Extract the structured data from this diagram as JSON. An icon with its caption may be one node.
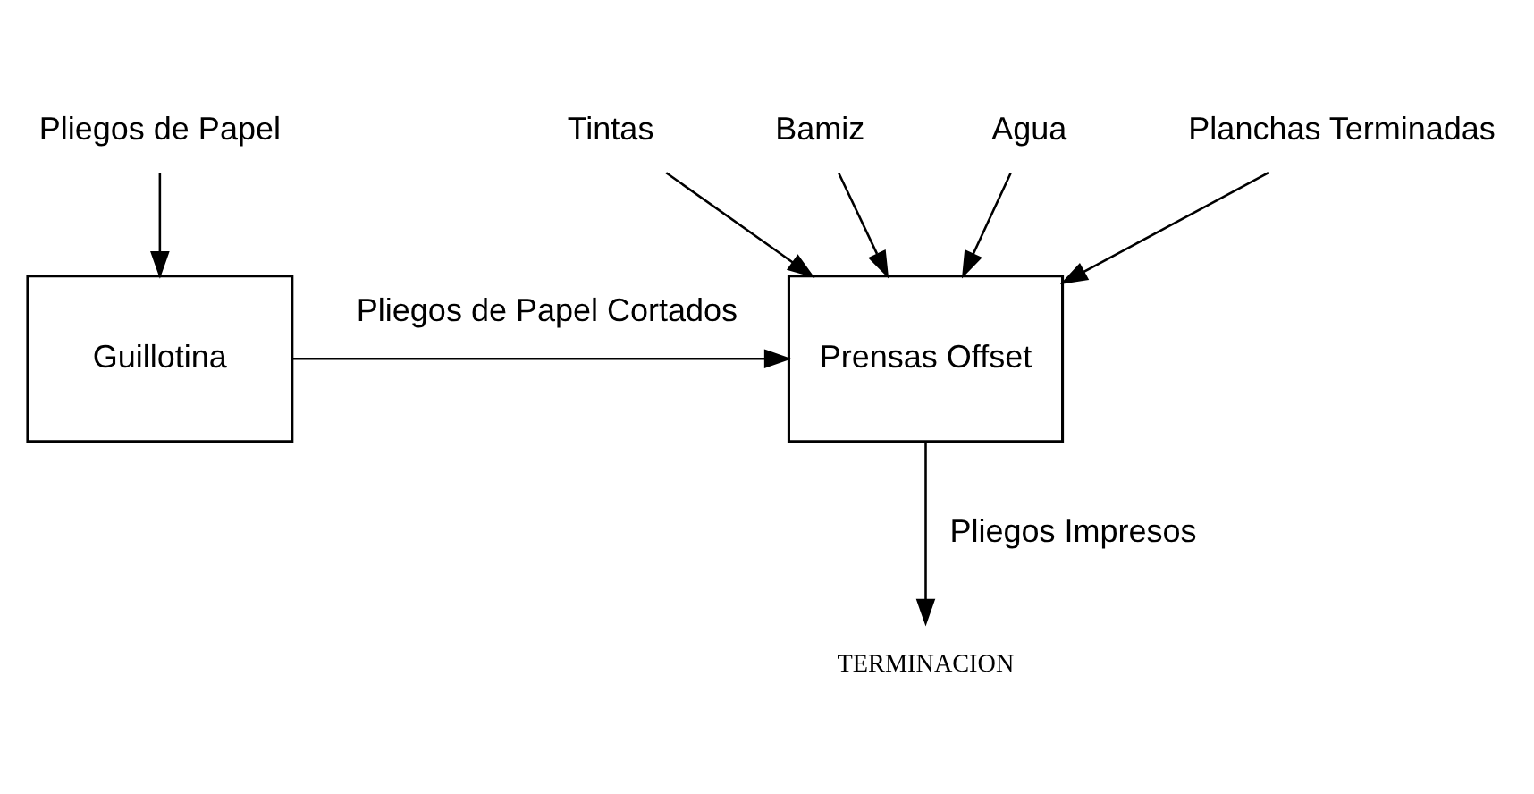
{
  "diagram": {
    "nodes": [
      {
        "text": [
          "Planchas Terminadas"
        ]
      },
      {
        "text": [
          "Pliegos de Papel"
        ]
      },
      {
        "text": [
          "Tintas"
        ]
      },
      {
        "text": [
          "Prensas Offset"
        ]
      },
      {
        "text": [
          "Guillotina"
        ]
      },
      {
        "text": [
          "Bamiz"
        ]
      },
      {
        "text": [
          "Agua"
        ]
      },
      {
        "text": [
          "TERMINACION"
        ]
      }
    ],
    "edges": [
      {
        "from": 0,
        "to": 3,
        "arrow": "to"
      },
      {
        "from": 1,
        "to": 4,
        "arrow": "to"
      },
      {
        "from": 2,
        "to": 3,
        "arrow": "to"
      },
      {
        "from": 5,
        "to": 3,
        "arrow": "to"
      },
      {
        "from": 4,
        "to": 3,
        "label": "Pliegos de Papel Cortados",
        "arrow": "to"
      },
      {
        "from": 6,
        "to": 3,
        "arrow": "to"
      },
      {
        "from": 3,
        "to": 7,
        "label": "Pliegos Impresos",
        "arrow": "to"
      }
    ]
  }
}
